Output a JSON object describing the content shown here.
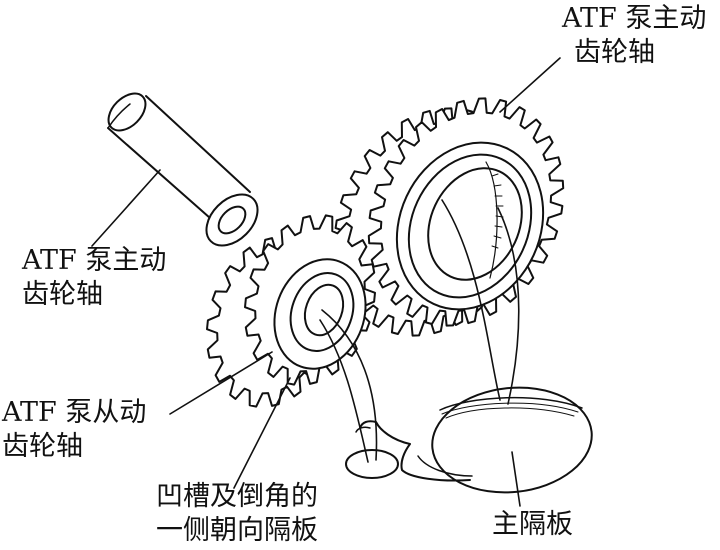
{
  "labels": {
    "drive_shaft_top": {
      "line1": "ATF 泵主动",
      "line2": "齿轮轴"
    },
    "drive_shaft_left": {
      "line1": "ATF 泵主动",
      "line2": "齿轮轴"
    },
    "driven_shaft": {
      "line1": "ATF 泵从动",
      "line2": "齿轮轴"
    },
    "groove_note": {
      "line1": "凹槽及倒角的",
      "line2": "一侧朝向隔板"
    },
    "main_partition": {
      "line1": "主隔板"
    }
  },
  "colors": {
    "line": "#111111",
    "background": "#ffffff"
  }
}
